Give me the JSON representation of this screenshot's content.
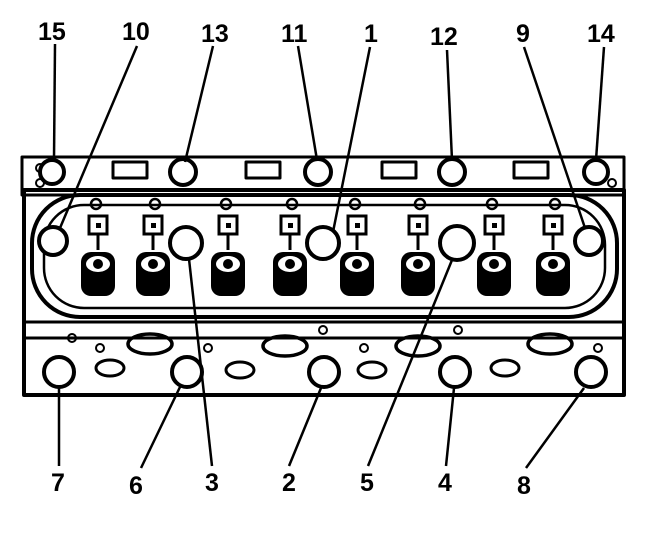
{
  "callouts": [
    {
      "key": "c15",
      "label": "15"
    },
    {
      "key": "c10",
      "label": "10"
    },
    {
      "key": "c13",
      "label": "13"
    },
    {
      "key": "c11",
      "label": "11"
    },
    {
      "key": "c1",
      "label": "1"
    },
    {
      "key": "c12",
      "label": "12"
    },
    {
      "key": "c9",
      "label": "9"
    },
    {
      "key": "c14",
      "label": "14"
    },
    {
      "key": "c7",
      "label": "7"
    },
    {
      "key": "c6",
      "label": "6"
    },
    {
      "key": "c3",
      "label": "3"
    },
    {
      "key": "c2",
      "label": "2"
    },
    {
      "key": "c5",
      "label": "5"
    },
    {
      "key": "c4",
      "label": "4"
    },
    {
      "key": "c8",
      "label": "8"
    }
  ],
  "bolt_count": 15,
  "line_color": "#000000",
  "background_color": "#ffffff"
}
